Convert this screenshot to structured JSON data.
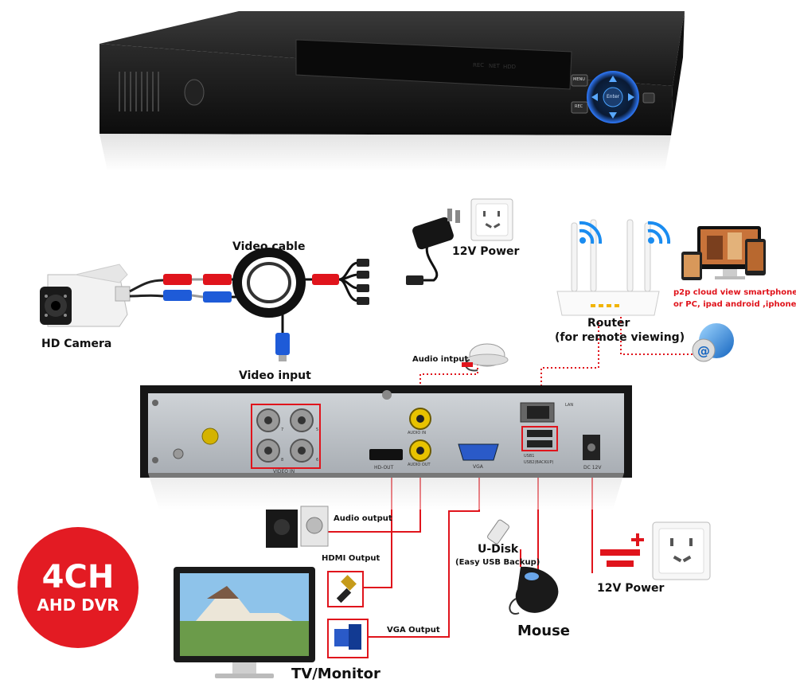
{
  "device_front": {
    "indicators": [
      "REC",
      "NET",
      "HDD"
    ],
    "buttons": {
      "menu": "MENU",
      "rec": "REC",
      "enter": "Enter"
    }
  },
  "labels": {
    "video_cable": "Video cable",
    "power_top": "12V Power",
    "hd_camera": "HD Camera",
    "video_input": "Video input",
    "router": "Router",
    "router_sub": "(for remote viewing)",
    "remote_line1": "p2p cloud  view smartphone",
    "remote_line2": "or PC, ipad android ,iphone.",
    "audio_input": "Audio intput",
    "audio_output": "Audio output",
    "hdmi_output": "HDMI Output",
    "vga_output": "VGA Output",
    "udisk": "U-Disk",
    "udisk_sub": "(Easy USB Backup)",
    "power_bottom": "12V Power",
    "mouse": "Mouse",
    "tv_monitor": "TV/Monitor"
  },
  "rear_panel": {
    "video_in": "VIDEO IN",
    "hd_out": "HD-OUT",
    "audio_in": "AUDIO IN",
    "audio_out": "AUDIO OUT",
    "vga": "VGA",
    "lan": "LAN",
    "usb1": "USB1",
    "usb2": "USB2(BACKUP)",
    "dc": "DC 12V",
    "port_numbers": [
      "7",
      "5",
      "8",
      "6"
    ]
  },
  "badge": {
    "line1": "4CH",
    "line2": "AHD DVR"
  },
  "colors": {
    "accent_red": "#e31b23",
    "cable_red": "#e0141c",
    "cable_blue": "#1e5bd8",
    "device_black": "#1c1c1c",
    "panel_gray": "#b9bec4"
  }
}
